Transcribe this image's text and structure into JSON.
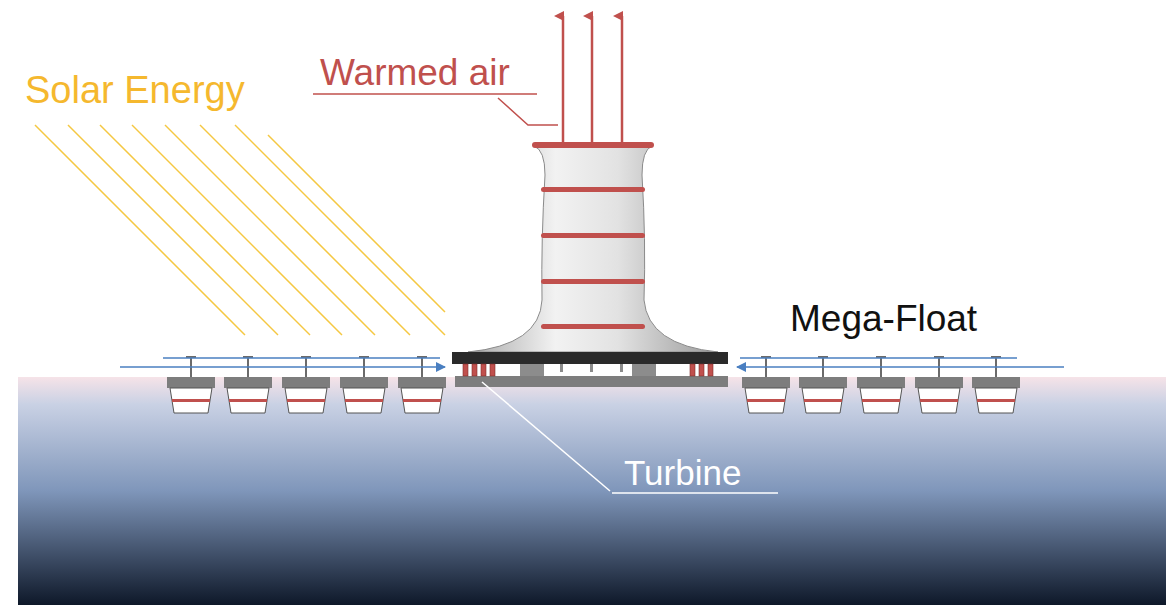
{
  "diagram": {
    "labels": [
      "Solar Energy",
      "Warmed air",
      "Mega-Float",
      "Turbine"
    ]
  }
}
